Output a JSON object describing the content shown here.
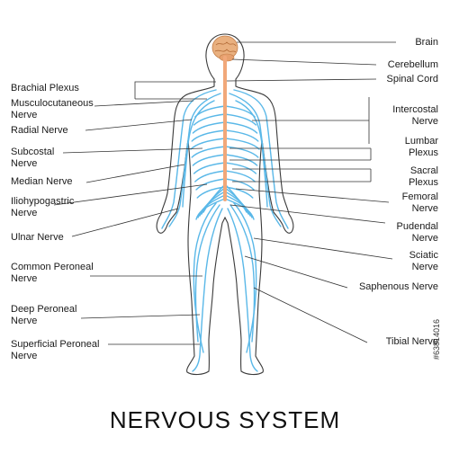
{
  "title": "NERVOUS SYSTEM",
  "stock_id": "#63814016",
  "colors": {
    "nerve": "#5ab8e8",
    "spine": "#f1a87a",
    "brain": "#e9b07f",
    "body_outline": "#3a3a3a",
    "leader": "#333333"
  },
  "labels_left": {
    "brachial_plexus": "Brachial Plexus",
    "musculocutaneous_nerve": "Musculocutaneous\nNerve",
    "radial_nerve": "Radial Nerve",
    "subcostal_nerve": "Subcostal\nNerve",
    "median_nerve": "Median Nerve",
    "iliohypogastric_nerve": "Iliohypogastric\nNerve",
    "ulnar_nerve": "Ulnar Nerve",
    "common_peroneal_nerve": "Common Peroneal\nNerve",
    "deep_peroneal_nerve": "Deep Peroneal\nNerve",
    "superficial_peroneal_nerve": "Superficial Peroneal\nNerve"
  },
  "labels_right": {
    "brain": "Brain",
    "cerebellum": "Cerebellum",
    "spinal_cord": "Spinal Cord",
    "intercostal_nerve": "Intercostal\nNerve",
    "lumbar_plexus": "Lumbar\nPlexus",
    "sacral_plexus": "Sacral\nPlexus",
    "femoral_nerve": "Femoral\nNerve",
    "pudendal_nerve": "Pudendal\nNerve",
    "sciatic_nerve": "Sciatic\nNerve",
    "saphenous_nerve": "Saphenous Nerve",
    "tibial_nerve": "Tibial Nerve"
  }
}
